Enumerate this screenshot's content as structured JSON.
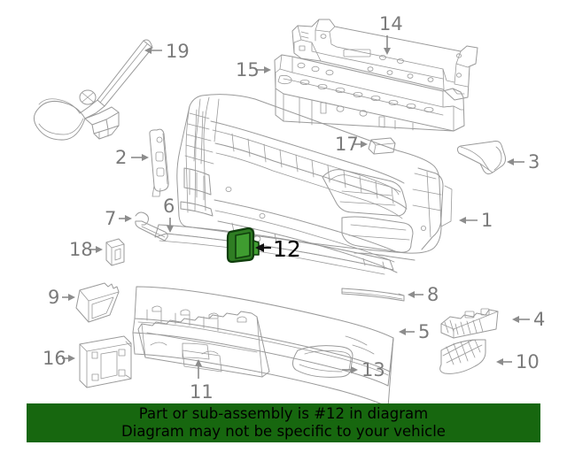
{
  "diagram": {
    "title": "Front bumper assembly exploded parts diagram",
    "highlight_color": "#2f7d23",
    "highlight_outline_color": "#0f3d0c",
    "line_color": "#9a9a9a",
    "label_color": "#7b7b7b",
    "highlighted_part_number": "12",
    "callouts": [
      {
        "id": "1",
        "label": "1",
        "part": "front-bumper-cover"
      },
      {
        "id": "2",
        "label": "2",
        "part": "side-bracket-left"
      },
      {
        "id": "3",
        "label": "3",
        "part": "support-bracket-right"
      },
      {
        "id": "4",
        "label": "4",
        "part": "air-duct-right"
      },
      {
        "id": "5",
        "label": "5",
        "part": "lower-valance-right"
      },
      {
        "id": "6",
        "label": "6",
        "part": "upper-trim-molding"
      },
      {
        "id": "7",
        "label": "7",
        "part": "clip-retainer"
      },
      {
        "id": "8",
        "label": "8",
        "part": "lower-molding-strip"
      },
      {
        "id": "9",
        "label": "9",
        "part": "bracket-block"
      },
      {
        "id": "10",
        "label": "10",
        "part": "mesh-grille-insert-right"
      },
      {
        "id": "11",
        "label": "11",
        "part": "lower-skid-panel"
      },
      {
        "id": "12",
        "label": "12",
        "part": "highlighted-bracket"
      },
      {
        "id": "13",
        "label": "13",
        "part": "fog-lamp-bezel"
      },
      {
        "id": "14",
        "label": "14",
        "part": "bumper-reinforcement-beam"
      },
      {
        "id": "15",
        "label": "15",
        "part": "lower-crossmember"
      },
      {
        "id": "16",
        "label": "16",
        "part": "license-plate-bracket"
      },
      {
        "id": "17",
        "label": "17",
        "part": "tow-hook-cover-cap"
      },
      {
        "id": "18",
        "label": "18",
        "part": "spacer-block"
      },
      {
        "id": "19",
        "label": "19",
        "part": "tow-hook-eye"
      }
    ]
  },
  "notice": {
    "line1": "Part or sub-assembly is #12 in diagram",
    "line2": "Diagram may not be specific to your vehicle",
    "background": "#17670f"
  }
}
